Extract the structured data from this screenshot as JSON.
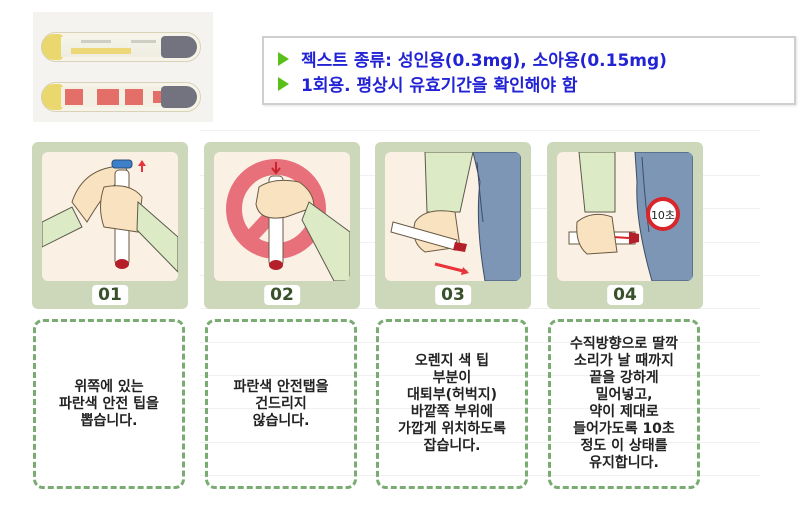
{
  "photo": {
    "alt": "epinephrine auto-injector pens (adult and pediatric)"
  },
  "info": {
    "bullet_icon": "green-triangle-bullet",
    "lines": [
      "젝스트 종류: 성인용(0.3mg), 소아용(0.15mg)",
      "1회용. 평상시 유효기간을 확인해야 함"
    ]
  },
  "steps": [
    {
      "number": "01",
      "description": "위쪽에 있는\n파란색 안전 팁을\n뽑습니다.",
      "illustration": "remove-blue-safety-cap"
    },
    {
      "number": "02",
      "description": "파란색 안전탭을\n건드리지\n않습니다.",
      "illustration": "do-not-touch-blue-tab"
    },
    {
      "number": "03",
      "description": "오렌지 색 팁\n부분이\n대퇴부(허벅지)\n바깥쪽 부위에\n가깝게 위치하도록\n잡습니다.",
      "illustration": "position-orange-tip-near-thigh"
    },
    {
      "number": "04",
      "description": "수직방향으로 딸깍\n소리가 날 때까지\n끝을 강하게\n밀어넣고,\n약이 제대로\n들어가도록 10초\n정도 이 상태를\n유지합니다.",
      "illustration": "push-hold-10-seconds",
      "badge": "10초"
    }
  ],
  "colors": {
    "info_text": "#2323d6",
    "bullet": "#5bbf1a",
    "card_bg": "#cdd8bb",
    "panel_bg": "#fbf0e4",
    "number_text": "#38512a",
    "dashed_border": "#79ab72",
    "no_sign": "#e8707a",
    "jeans": "#7d96b6"
  }
}
